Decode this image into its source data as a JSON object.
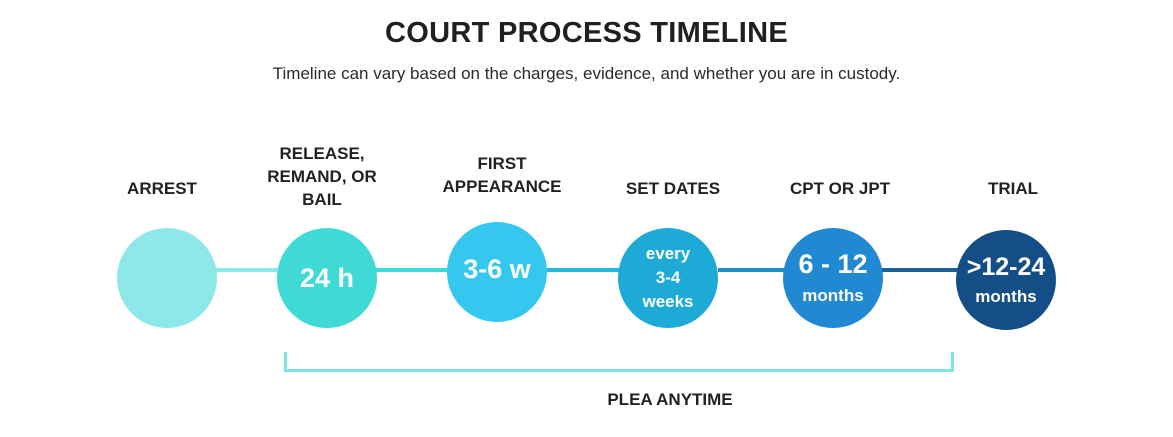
{
  "title": "COURT PROCESS TIMELINE",
  "subtitle": "Timeline can vary based on the charges, evidence, and whether you are in custody.",
  "stages": [
    {
      "label": [
        "ARREST"
      ],
      "circle_lines": [],
      "color": "#8ee8ea"
    },
    {
      "label": [
        "RELEASE,",
        "REMAND, OR",
        "BAIL"
      ],
      "circle_lines": [
        "24 h"
      ],
      "color": "#3fd9d6"
    },
    {
      "label": [
        "FIRST",
        "APPEARANCE"
      ],
      "circle_lines": [
        "3-6 w"
      ],
      "color": "#35c7ee"
    },
    {
      "label": [
        "SET DATES"
      ],
      "circle_lines": [
        "every",
        "3-4",
        "weeks"
      ],
      "color": "#1eaad6"
    },
    {
      "label": [
        "CPT OR JPT"
      ],
      "circle_lines": [
        "6 - 12",
        "months"
      ],
      "color": "#2188d2"
    },
    {
      "label": [
        "TRIAL"
      ],
      "circle_lines": [
        ">12-24",
        "months"
      ],
      "color": "#134f86"
    }
  ],
  "connector_colors": [
    "#8ee8ea",
    "#3fd9d6",
    "#27b8d9",
    "#1c8fc5",
    "#1d5f93"
  ],
  "plea_label": "PLEA ANYTIME"
}
